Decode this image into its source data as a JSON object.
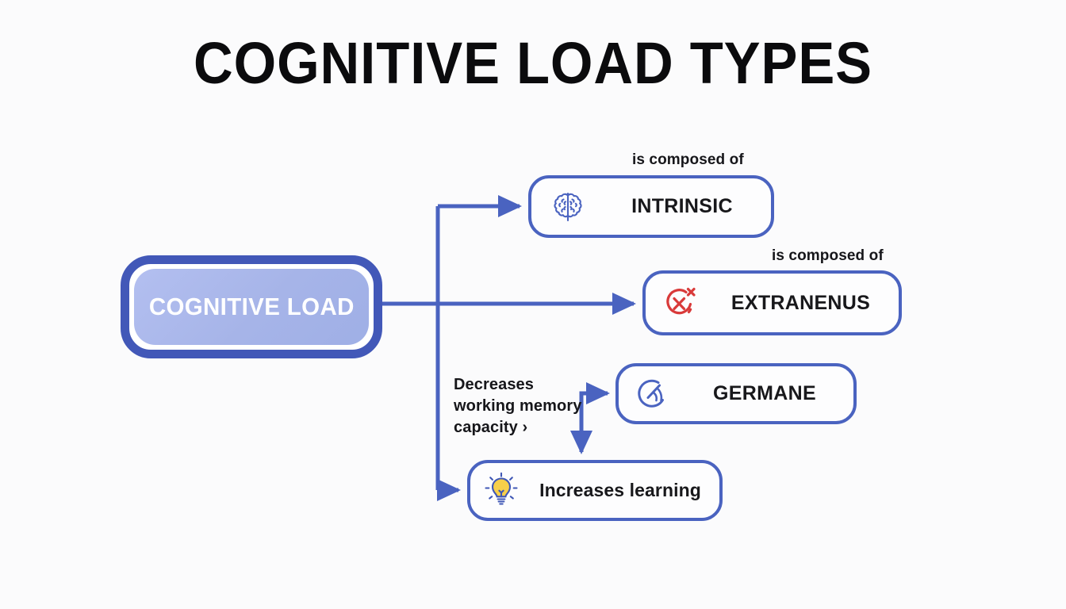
{
  "page": {
    "title": "COGNITIVE LOAD TYPES",
    "background_color": "#fbfbfc"
  },
  "theme": {
    "accent_blue": "#4a63c0",
    "root_border_blue": "#4258b8",
    "root_fill_periwinkle": "#a9b6ea",
    "connector_blue": "#4a63c0",
    "danger_red": "#d93a3a",
    "bulb_yellow": "#f7cf4a",
    "text_dark": "#18181b"
  },
  "diagram": {
    "type": "flow-tree",
    "root": {
      "id": "cognitive-load",
      "label": "COGNITIVE LOAD"
    },
    "nodes": [
      {
        "id": "intrinsic",
        "label": "INTRINSIC",
        "icon": "brain-icon",
        "icon_color": "#4a63c0",
        "edge_label": "is composed of"
      },
      {
        "id": "extraneous",
        "label": "EXTRANENUS",
        "icon": "circle-x-icon",
        "icon_color": "#d93a3a",
        "edge_label": "is composed of"
      },
      {
        "id": "germane",
        "label": "GERMANE",
        "icon": "gauge-icon",
        "icon_color": "#4a63c0",
        "edge_label": ""
      },
      {
        "id": "increases-learning",
        "label": "Increases learning",
        "icon": "lightbulb-icon",
        "icon_color": "#f7cf4a",
        "edge_label": ""
      }
    ],
    "annotations": {
      "decreases_note_line1": "Decreases",
      "decreases_note_line2": "working memory",
      "decreases_note_line3": "capacity",
      "decreases_note_chevron": "›"
    },
    "edge_labels": {
      "composed_of_1": "is composed of",
      "composed_of_2": "is composed of"
    }
  }
}
